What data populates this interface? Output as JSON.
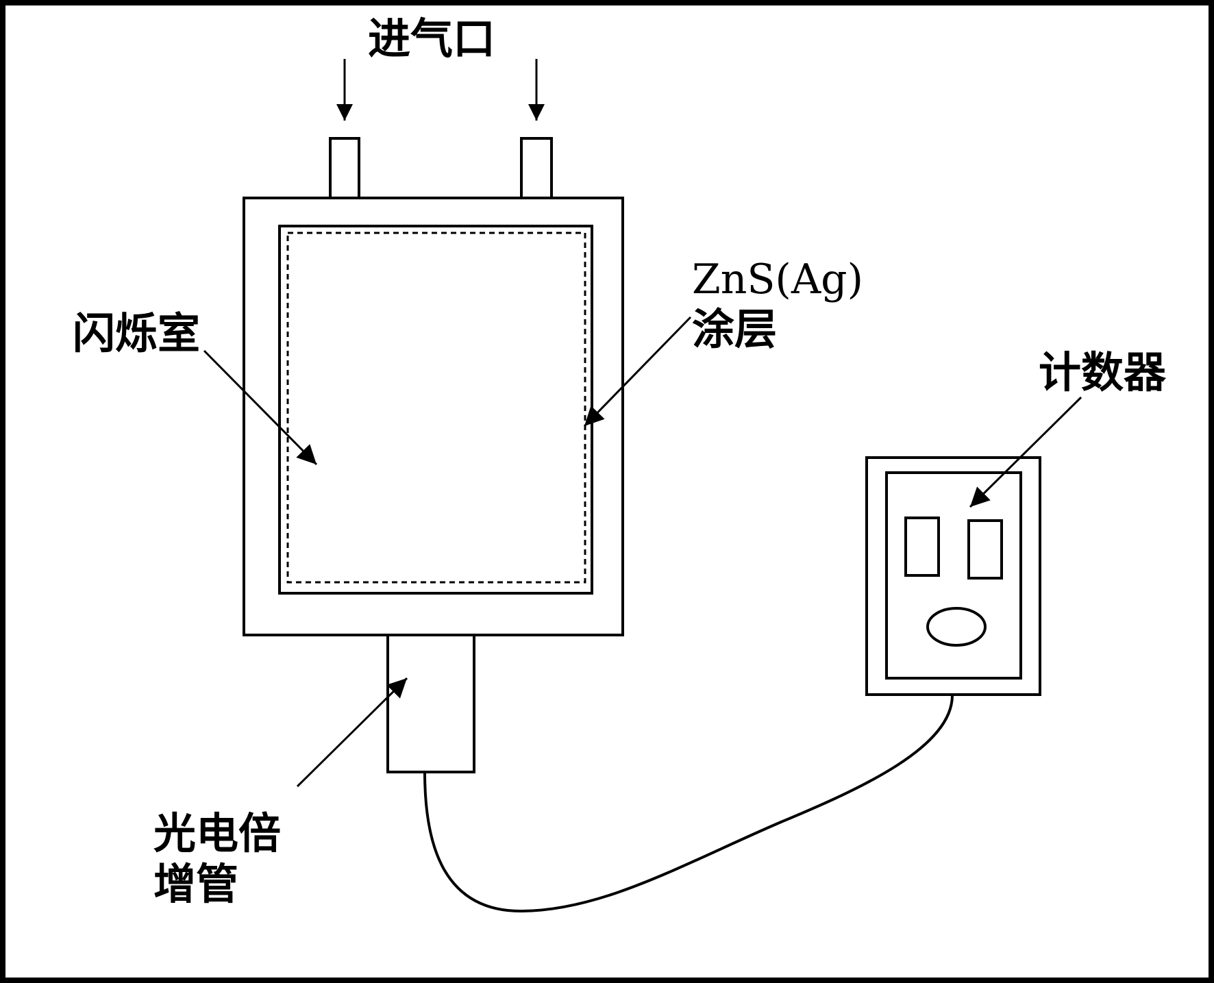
{
  "labels": {
    "inlet": "进气口",
    "chamber": "闪烁室",
    "coating_line1": "ZnS(Ag)",
    "coating_line2": "涂层",
    "counter": "计数器",
    "pmt_line1": "光电倍",
    "pmt_line2": "增管"
  },
  "colors": {
    "stroke": "#000000",
    "background": "#ffffff"
  }
}
